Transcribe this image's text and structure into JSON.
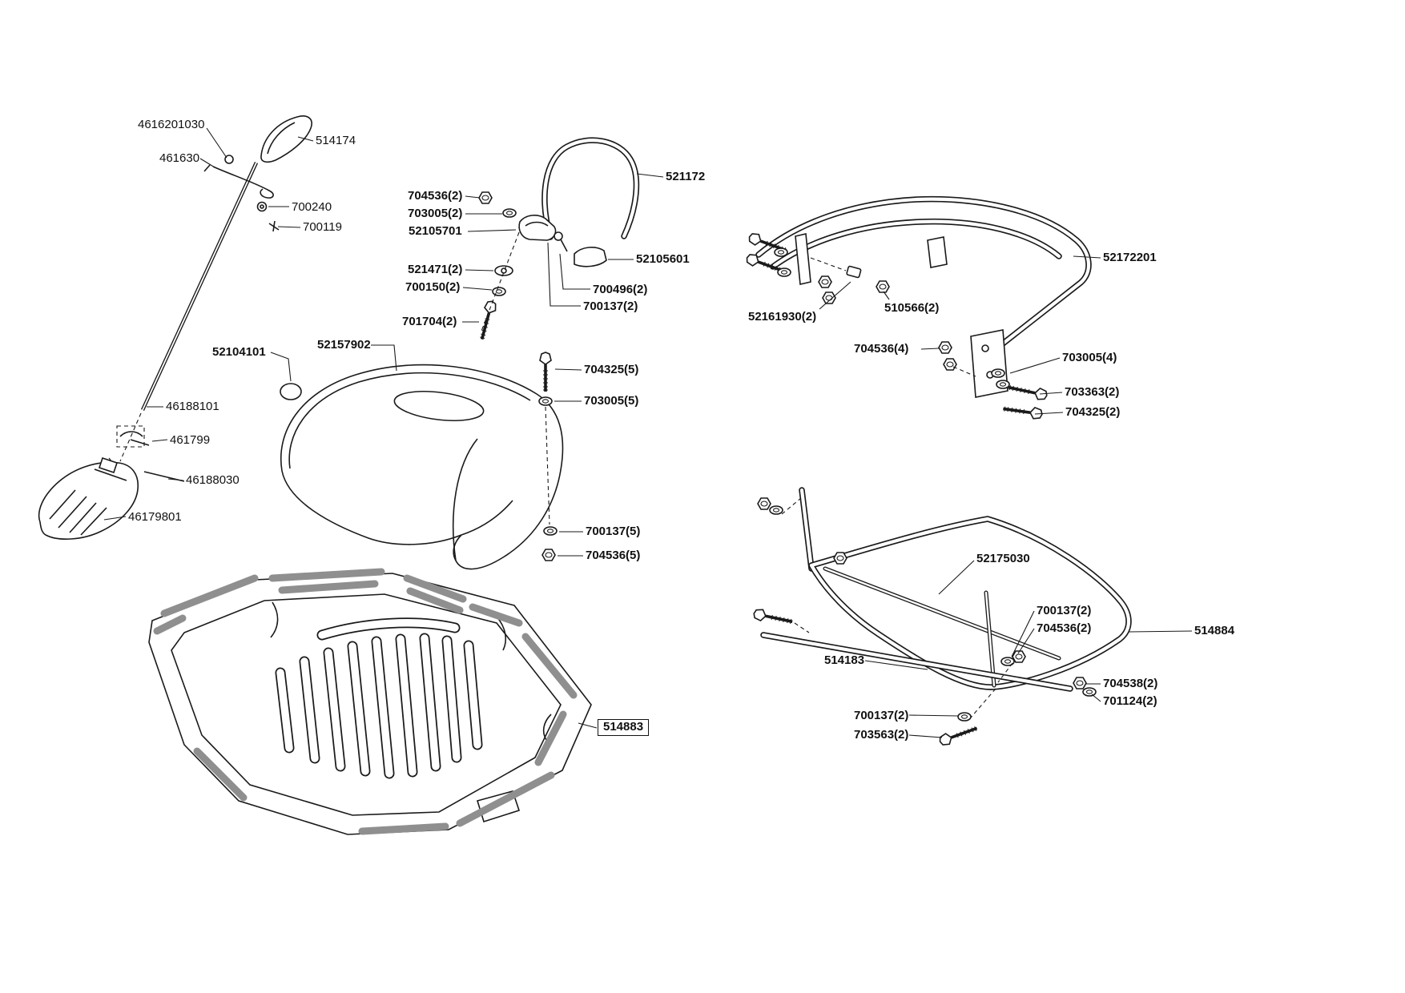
{
  "figure": {
    "type": "exploded-parts-diagram",
    "background": "#ffffff",
    "line_color": "#1a1a1a",
    "rail_color": "#8f8f8f"
  },
  "labels": [
    {
      "text": "4616201030"
    },
    {
      "text": "461630"
    },
    {
      "text": "514174"
    },
    {
      "text": "700240"
    },
    {
      "text": "700119"
    },
    {
      "text": "46188101"
    },
    {
      "text": "461799"
    },
    {
      "text": "46188030"
    },
    {
      "text": "46179801"
    },
    {
      "text": "704536(2)"
    },
    {
      "text": "703005(2)"
    },
    {
      "text": "52105701"
    },
    {
      "text": "521172"
    },
    {
      "text": "52105601"
    },
    {
      "text": "521471(2)"
    },
    {
      "text": "700150(2)"
    },
    {
      "text": "700496(2)"
    },
    {
      "text": "700137(2)"
    },
    {
      "text": "701704(2)"
    },
    {
      "text": "52104101"
    },
    {
      "text": "52157902"
    },
    {
      "text": "704325(5)"
    },
    {
      "text": "703005(5)"
    },
    {
      "text": "700137(5)"
    },
    {
      "text": "704536(5)"
    },
    {
      "text": "514883"
    },
    {
      "text": "52172201"
    },
    {
      "text": "52161930(2)"
    },
    {
      "text": "510566(2)"
    },
    {
      "text": "704536(4)"
    },
    {
      "text": "703005(4)"
    },
    {
      "text": "703363(2)"
    },
    {
      "text": "704325(2)"
    },
    {
      "text": "52175030"
    },
    {
      "text": "700137(2)"
    },
    {
      "text": "704536(2)"
    },
    {
      "text": "514884"
    },
    {
      "text": "514183"
    },
    {
      "text": "704538(2)"
    },
    {
      "text": "701124(2)"
    },
    {
      "text": "700137(2)"
    },
    {
      "text": "703563(2)"
    }
  ]
}
